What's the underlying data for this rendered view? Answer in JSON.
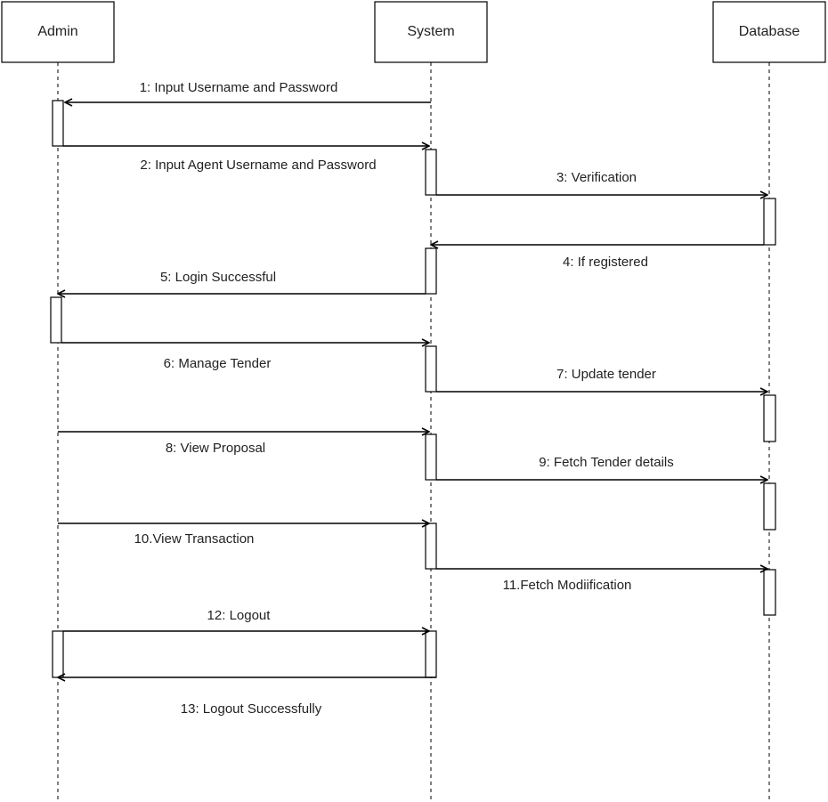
{
  "participants": [
    {
      "id": "admin",
      "label": "Admin"
    },
    {
      "id": "system",
      "label": "System"
    },
    {
      "id": "database",
      "label": "Database"
    }
  ],
  "messages": [
    {
      "label": "1: Input Username and Password",
      "from": "system",
      "to": "admin"
    },
    {
      "label": "2: Input Agent Username and Password",
      "from": "admin",
      "to": "system"
    },
    {
      "label": "3: Verification",
      "from": "system",
      "to": "database"
    },
    {
      "label": "4: If registered",
      "from": "database",
      "to": "system"
    },
    {
      "label": "5: Login Successful",
      "from": "system",
      "to": "admin"
    },
    {
      "label": "6: Manage Tender",
      "from": "admin",
      "to": "system"
    },
    {
      "label": "7: Update tender",
      "from": "system",
      "to": "database"
    },
    {
      "label": "8: View Proposal",
      "from": "admin",
      "to": "system"
    },
    {
      "label": "9: Fetch Tender details",
      "from": "system",
      "to": "database"
    },
    {
      "label": "10.View Transaction",
      "from": "admin",
      "to": "system"
    },
    {
      "label": "11.Fetch Modiification",
      "from": "system",
      "to": "database"
    },
    {
      "label": "12: Logout",
      "from": "admin",
      "to": "system"
    },
    {
      "label": "13: Logout Successfully",
      "from": "system",
      "to": "admin"
    }
  ]
}
